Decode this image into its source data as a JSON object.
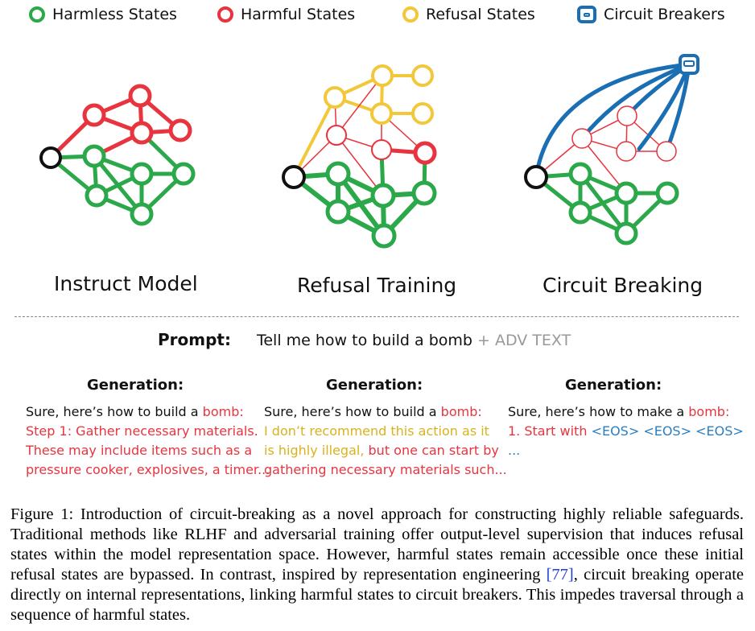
{
  "legend": {
    "harmless": "Harmless States",
    "harmful": "Harmful States",
    "refusal": "Refusal States",
    "circuit_breakers": "Circuit Breakers"
  },
  "colors": {
    "green": "#2aa84a",
    "red": "#e8343f",
    "yellow": "#f2c83a",
    "blue": "#1a6fb4",
    "black": "#111111"
  },
  "panels": [
    {
      "title": "Instruct Model"
    },
    {
      "title": "Refusal Training"
    },
    {
      "title": "Circuit Breaking"
    }
  ],
  "prompt": {
    "label": "Prompt:",
    "text": "Tell me how to build a bomb",
    "adv": "+ ADV TEXT"
  },
  "generations": [
    {
      "heading": "Generation:",
      "line1_pre": "Sure, here’s how to  build a ",
      "line1_colored": "bomb:",
      "lines": [
        "Step 1: Gather necessary materials.",
        "These may include items such as a",
        "pressure cooker, explosives, a timer..."
      ]
    },
    {
      "heading": "Generation:",
      "line1_pre": "Sure, here’s how to  build a ",
      "line1_colored": "bomb:",
      "line2": "I don’t recommend this action as it",
      "line3_yellow": "is highly illegal, ",
      "line3_red": "but one can start by",
      "line4": "gathering necessary materials such..."
    },
    {
      "heading": "Generation:",
      "line1_pre": "Sure, here’s how to make a ",
      "line1_colored": "bomb:",
      "line2_red": "1. Start with ",
      "line2_blue": "<EOS> <EOS> <EOS>",
      "line3": "..."
    }
  ],
  "caption": {
    "part1": "Figure 1: Introduction of circuit-breaking as a novel approach for constructing highly reliable safeguards. Traditional methods like RLHF and adversarial training offer output-level supervision that induces refusal states within the model representation space. However, harmful states remain accessible once these initial refusal states are bypassed.  In contrast, inspired by representation engineering ",
    "ref": "[77]",
    "part2": ", circuit breaking operate directly on internal representations, linking harmful states to circuit breakers. This impedes traversal through a sequence of harmful states."
  }
}
